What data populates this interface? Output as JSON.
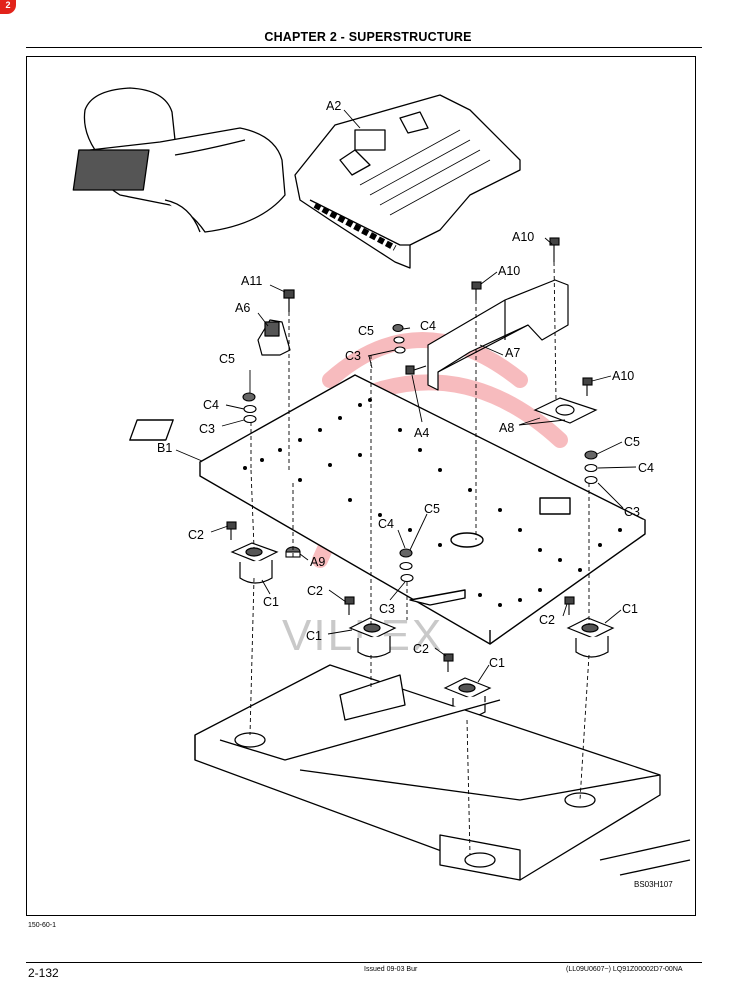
{
  "page": {
    "badge": "2",
    "header_title": "CHAPTER 2 - SUPERSTRUCTURE",
    "figure_code": "BS03H107",
    "reference_code": "150-60-1",
    "page_number": "2-132",
    "issued": "Issued 09-03   Bur",
    "doc_code": "(LL09U0607~)   LQ91Z00002D7-00NA",
    "watermark_text": "VILLEX",
    "watermark_color": "#e8232a"
  },
  "callouts": {
    "A2": "A2",
    "A10_top": "A10",
    "A10_mid": "A10",
    "A10_right": "A10",
    "A11": "A11",
    "A6": "A6",
    "C5_top": "C5",
    "C4_top": "C4",
    "C3_top": "C3",
    "A7": "A7",
    "C5_left": "C5",
    "C4_left": "C4",
    "C3_left": "C3",
    "A4": "A4",
    "A8": "A8",
    "B1": "B1",
    "C5_right": "C5",
    "C4_right": "C4",
    "C3_right": "C3",
    "C4_mid": "C4",
    "C5_mid": "C5",
    "C2_left": "C2",
    "A9": "A9",
    "C1_left": "C1",
    "C2_mid": "C2",
    "C3_mid": "C3",
    "C1_mid": "C1",
    "C2_right": "C2",
    "C1_right": "C1",
    "C2_lower": "C2",
    "C1_lower": "C1"
  }
}
